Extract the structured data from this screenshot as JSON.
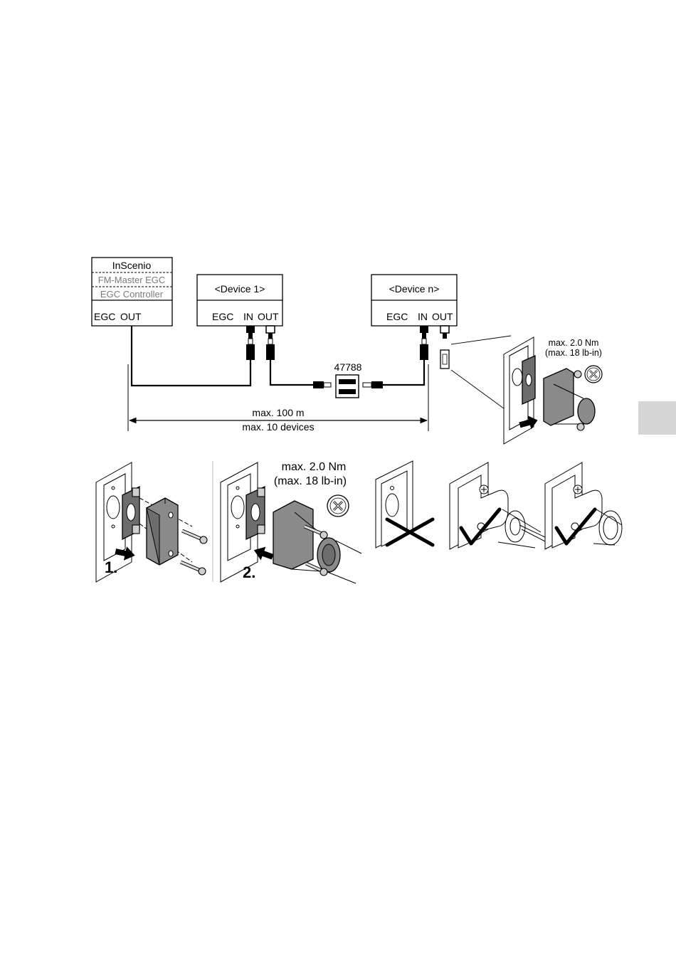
{
  "controller": {
    "title": "InScenio",
    "alt1": "FM-Master EGC",
    "alt2": "EGC Controller",
    "port_egc": "EGC",
    "port_out": "OUT"
  },
  "device1": {
    "title": "<Device 1>",
    "port_egc": "EGC",
    "port_in": "IN",
    "port_out": "OUT"
  },
  "devicen": {
    "title": "<Device n>",
    "port_egc": "EGC",
    "port_in": "IN",
    "port_out": "OUT"
  },
  "part_number": "47788",
  "bus_limits": {
    "length": "max. 100 m",
    "devices": "max. 10 devices"
  },
  "torque_small": {
    "line1": "max. 2.0 Nm",
    "line2": "(max. 18 lb-in)"
  },
  "torque_large": {
    "line1": "max. 2.0 Nm",
    "line2": "(max. 18 lb-in)"
  },
  "steps": {
    "step1": "1.",
    "step2": "2."
  },
  "icons": [
    "no-drill-icon",
    "wrong-x-icon",
    "check-icon",
    "arrow-icon"
  ]
}
